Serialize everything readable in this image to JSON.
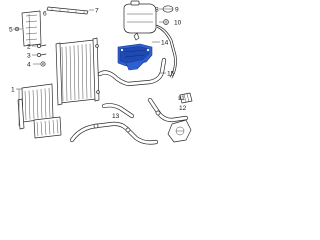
{
  "callouts": {
    "c1": "1",
    "c2": "2",
    "c3": "3",
    "c4": "4",
    "c5": "5",
    "c6": "6",
    "c7": "7",
    "c8": "8",
    "c9": "9",
    "c10": "10",
    "c11": "11",
    "c12": "12",
    "c13": "13",
    "c14": "14",
    "c15": "15"
  },
  "colors": {
    "highlight": "#2f5fd0",
    "line": "#2b2b2b",
    "background": "#ffffff"
  }
}
